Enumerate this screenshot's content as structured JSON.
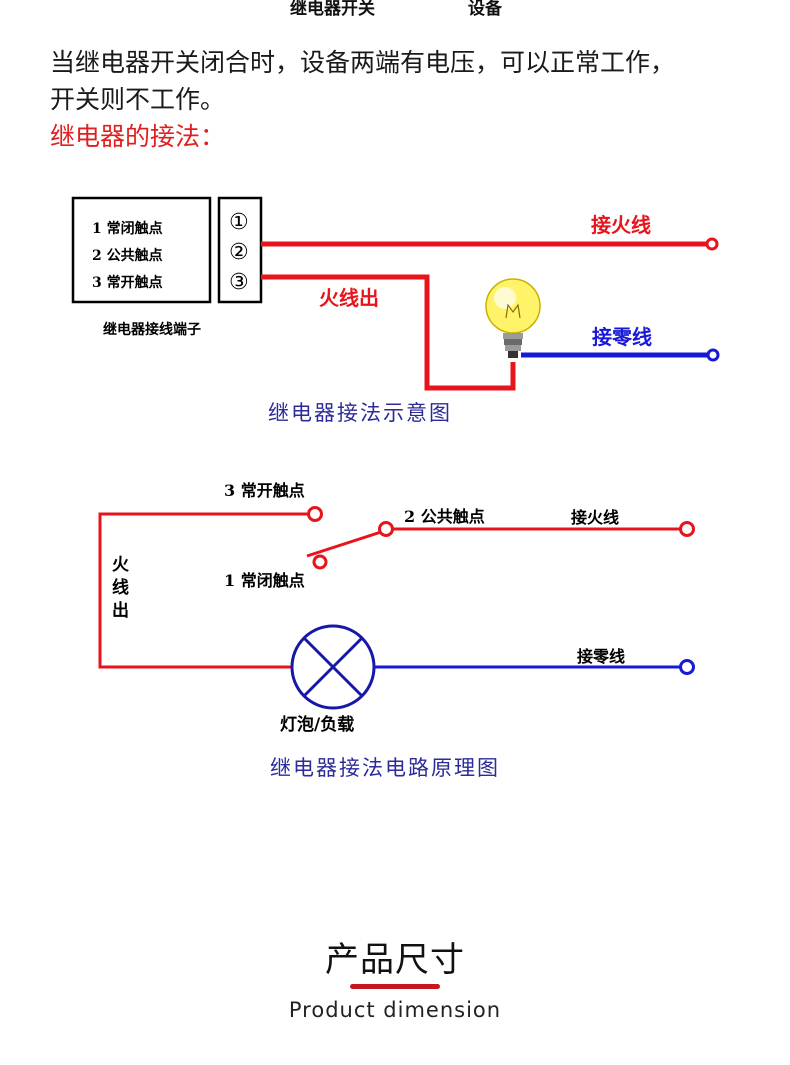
{
  "top_labels": {
    "relay_switch": "继电器开关",
    "device": "设备"
  },
  "intro": {
    "line1": "当继电器开关闭合时，设备两端有电压，可以正常工作，",
    "line2": "开关则不工作。",
    "wiring_heading": "继电器的接法："
  },
  "diagram1": {
    "terminal_list": [
      "1 常闭触点",
      "2 公共触点",
      "3 常开触点"
    ],
    "terminal_symbols": [
      "①",
      "②",
      "③"
    ],
    "block_caption": "继电器接线端子",
    "live_in": "接火线",
    "live_out": "火线出",
    "neutral": "接零线",
    "caption": "继电器接法示意图"
  },
  "diagram2": {
    "nc": "1 常闭触点",
    "common": "2 公共触点",
    "no": "3 常开触点",
    "live_in": "接火线",
    "neutral": "接零线",
    "live_out_vertical": [
      "火",
      "线",
      "出"
    ],
    "load": "灯泡/负载",
    "caption": "继电器接法电路原理图"
  },
  "section": {
    "title_cn": "产品尺寸",
    "title_en": "Product dimension"
  },
  "colors": {
    "live": "#e8141c",
    "neutral": "#1818d8",
    "caption": "#2b2b9a",
    "accent": "#c8161d"
  }
}
